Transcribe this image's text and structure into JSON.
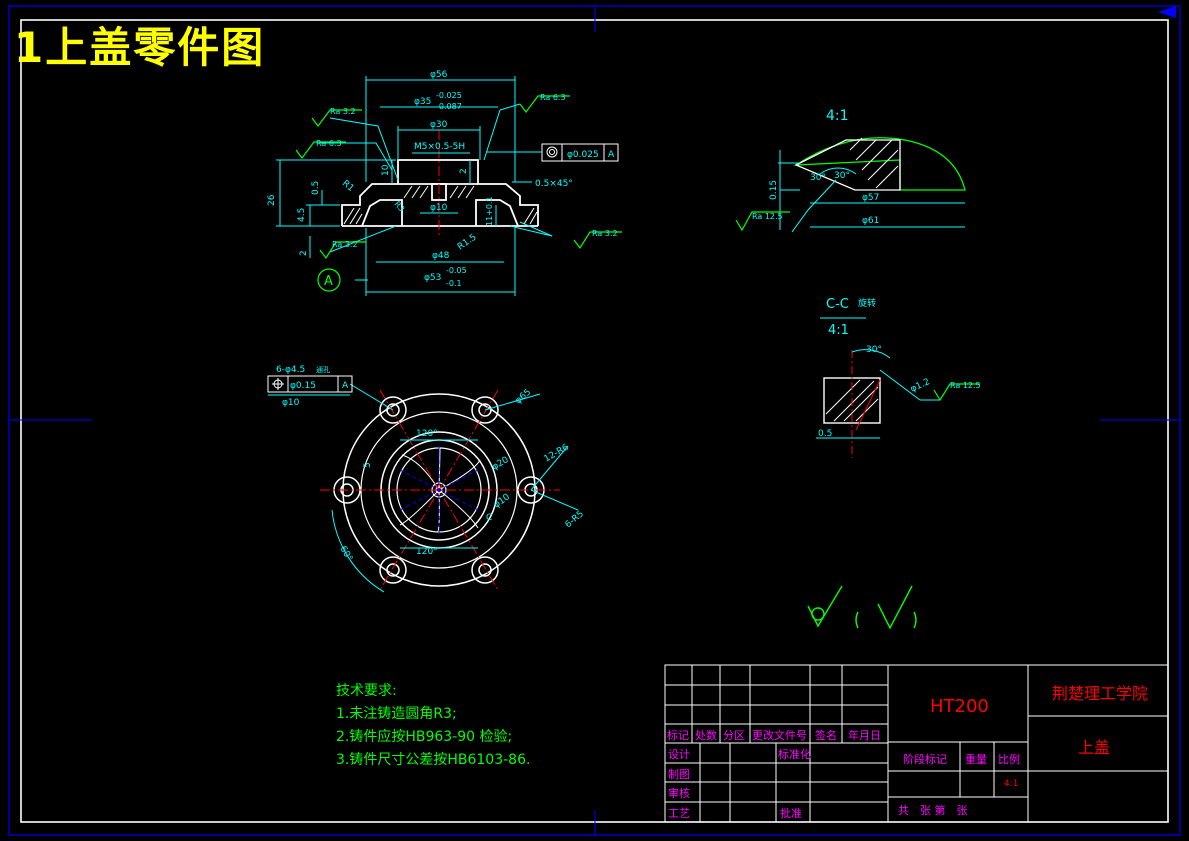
{
  "title": "1上盖零件图",
  "material": "HT200",
  "school": "荆楚理工学院",
  "part_name": "上盖",
  "scale_value": "4:1",
  "tech_req": {
    "heading": "技术要求:",
    "items": [
      "1.未注铸造圆角R3;",
      "2.铸件应按HB963-90 检验;",
      "3.铸件尺寸公差按HB6103-86."
    ]
  },
  "title_block": {
    "row_labels": [
      "标记",
      "处数",
      "分区",
      "更改文件号",
      "签名",
      "年月日"
    ],
    "design": "设计",
    "standardize": "标准化",
    "draw": "制图",
    "check": "审核",
    "process": "工艺",
    "approve": "批准",
    "stage_mark": "阶段标记",
    "weight": "重量",
    "ratio": "比例",
    "sheets": "共　张 第　张"
  },
  "view_main": {
    "dims": {
      "d56": "φ56",
      "d35": "φ35",
      "d35_tol_up": "-0.025",
      "d35_tol_lo": "-0.087",
      "d30": "φ30",
      "thread": "M5×0.5-5H",
      "coax": "φ0.025",
      "datum": "A",
      "d10": "φ10",
      "d48": "φ48",
      "d53": "φ53",
      "d53_tol_up": "-0.05",
      "d53_tol_lo": "-0.1",
      "h26": "26",
      "h4_5": "4.5",
      "h0_5": "0.5",
      "h10": "10",
      "h2a": "2",
      "h2b": "2",
      "h1_1": "11+0.1",
      "r1": "R1",
      "r15": "R1.5",
      "r3": "R3",
      "chamfer": "0.5×45°",
      "ra32a": "Ra 3.2",
      "ra63a": "Ra 6.3",
      "ra63b": "Ra 6.3",
      "ra32b": "Ra 3.2",
      "ra32c": "Ra 3.2"
    }
  },
  "view_plan": {
    "holes": "6-φ4.5",
    "hole_note": "通孔",
    "holes_ctr": "φ10",
    "pos_tol": "φ0.15",
    "datum": "A",
    "d65": "φ65",
    "d20": "φ20",
    "d10": "φ10",
    "r6": "12-R6",
    "r5": "6-R5",
    "a120a": "120°",
    "a120b": "120°",
    "a60": "60°",
    "five": "5",
    "c": "C"
  },
  "detail_41": {
    "scale": "4:1",
    "d57": "φ57",
    "d61": "φ61",
    "h015": "0.15",
    "a30a": "30°",
    "a30b": "30°",
    "ra": "Ra 12.5"
  },
  "section_cc": {
    "label": "C-C",
    "label2": "旋转",
    "scale": "4:1",
    "a30": "30°",
    "d12": "φ1.2",
    "w05": "0.5",
    "ra": "Ra 12.5"
  }
}
